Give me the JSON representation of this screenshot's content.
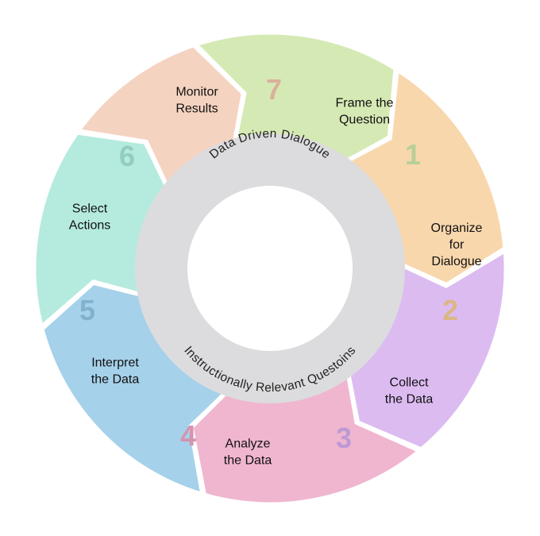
{
  "diagram": {
    "inner_top_text": "Data Driven Dialogue",
    "inner_bottom_text": "Instructionally Relevant Questoins",
    "colors": {
      "ring": "#dcdcde",
      "center": "#ffffff"
    },
    "steps": [
      {
        "number": "1",
        "lines": [
          "Frame the",
          "Question"
        ],
        "color": "#d5e9b4",
        "number_color": "#b6cf96"
      },
      {
        "number": "2",
        "lines": [
          "Organize",
          "for",
          "Dialogue"
        ],
        "color": "#f8d7ad",
        "number_color": "#dbb786"
      },
      {
        "number": "3",
        "lines": [
          "Collect",
          "the Data"
        ],
        "color": "#dcbbf1",
        "number_color": "#bd9ad5"
      },
      {
        "number": "4",
        "lines": [
          "Analyze",
          "the Data"
        ],
        "color": "#f0b6cf",
        "number_color": "#d394b0"
      },
      {
        "number": "5",
        "lines": [
          "Interpret",
          "the Data"
        ],
        "color": "#a6d1ea",
        "number_color": "#82b1cd"
      },
      {
        "number": "6",
        "lines": [
          "Select",
          "Actions"
        ],
        "color": "#b5ebde",
        "number_color": "#92cdbf"
      },
      {
        "number": "7",
        "lines": [
          "Monitor",
          "Results"
        ],
        "color": "#f5d3c1",
        "number_color": "#dbb19b"
      }
    ]
  }
}
